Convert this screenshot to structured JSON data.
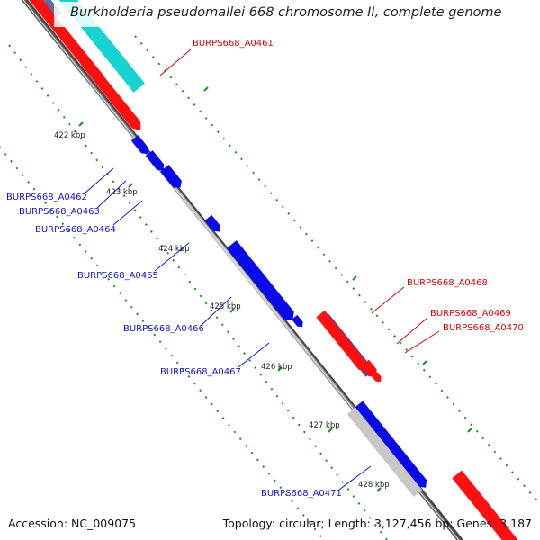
{
  "title": "Burkholderia pseudomallei 668 chromosome II, complete genome",
  "footer": {
    "accession": "Accession: NC_009075",
    "summary": "Topology: circular; Length: 3,127,456 bp; Genes: 3,187"
  },
  "ticks": [
    "422 kbp",
    "423 kbp",
    "424 kbp",
    "425 kbp",
    "426 kbp",
    "427 kbp",
    "428 kbp"
  ],
  "gene_labels": {
    "a0461": "BURPS668_A0461",
    "a0462": "BURPS668_A0462",
    "a0463": "BURPS668_A0463",
    "a0464": "BURPS668_A0464",
    "a0465": "BURPS668_A0465",
    "a0466": "BURPS668_A0466",
    "a0467": "BURPS668_A0467",
    "a0468": "BURPS668_A0468",
    "a0469": "BURPS668_A0469",
    "a0470": "BURPS668_A0470",
    "a0471": "BURPS668_A0471"
  },
  "colors": {
    "forward_cds": "#ff0000",
    "reverse_cds": "#0000ff",
    "rna": "#18d2d2",
    "other_gene": "#4b4b9a",
    "pseudo": "#c8c8c8",
    "backbone": "#808080",
    "tick_marks": "#1f8f1f"
  }
}
